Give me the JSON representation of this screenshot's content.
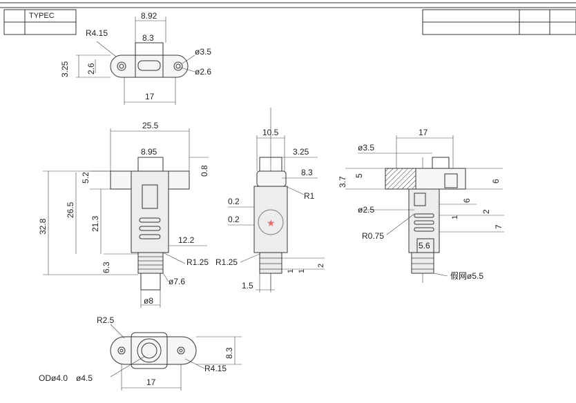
{
  "title_block": {
    "label": "TYPEC"
  },
  "top_view": {
    "dims": {
      "outer_width": "8.92",
      "inner_width": "8.3",
      "radius": "R4.15",
      "hole_dia": "ø3.5",
      "hole_dia_small": "ø2.6",
      "height_a": "3.25",
      "height_b": "2.6",
      "total_length": "17"
    }
  },
  "front_view": {
    "dims": {
      "flange_width": "25.5",
      "port_width": "8.95",
      "flange_thick": "0.8",
      "top_offset": "5.2",
      "total_height": "32.8",
      "body_height": "26.5",
      "inner_height": "21.3",
      "shaft_height": "6.3",
      "body_width": "12.2",
      "fillet": "R1.25",
      "thread_dia": "ø7.6",
      "shaft_dia": "ø8"
    }
  },
  "side_view": {
    "dims": {
      "width": "10.5",
      "step": "3.25",
      "port": "8.3",
      "radius": "R1",
      "gap_a": "0.2",
      "gap_b": "0.2",
      "fillet": "R1.25",
      "base": "1.5",
      "small_a": "1",
      "small_b": "1",
      "small_c": "2"
    }
  },
  "section_view": {
    "dims": {
      "width": "17",
      "hole": "ø3.5",
      "h_a": "3.7",
      "h_b": "5",
      "h_c": "6",
      "h_d": "6",
      "h_e": "2",
      "h_f": "1",
      "h_g": "7",
      "pin": "ø2.5",
      "radius": "R0.75",
      "inner": "5.6",
      "thread": "假网ø5.5"
    }
  },
  "bottom_view": {
    "dims": {
      "radius_small": "R2.5",
      "height": "8.3",
      "radius_large": "R4.15",
      "od": "ODø4.0",
      "id": "ø4.5",
      "length": "17"
    }
  }
}
